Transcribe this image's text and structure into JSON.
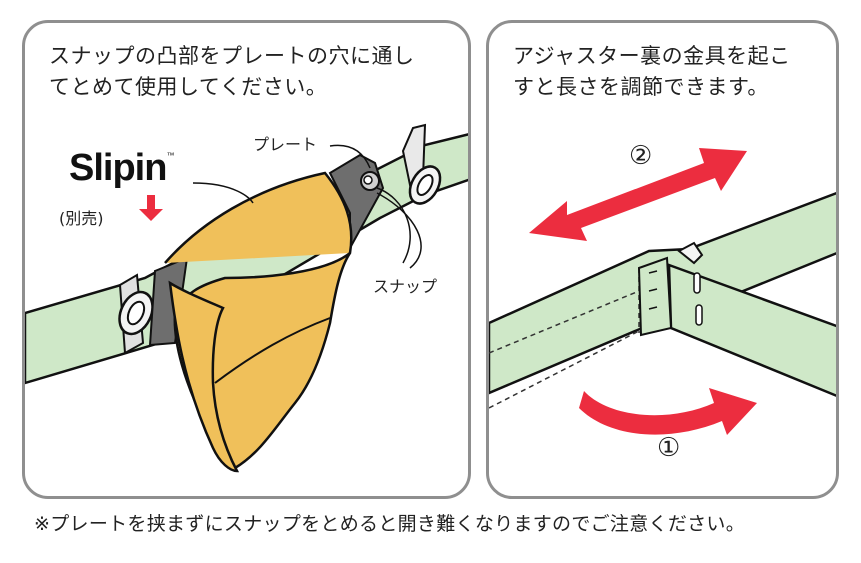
{
  "left_panel": {
    "caption_lines": [
      "スナップの凸部をプレートの穴に通し",
      "てとめて使用してください。"
    ],
    "label_plate": "プレート",
    "label_snap": "スナップ",
    "logo_text": "Slipin",
    "logo_tm": "™",
    "sold_separately": "(別売)"
  },
  "right_panel": {
    "caption_lines": [
      "アジャスター裏の金具を起こ",
      "すと長さを調節できます。"
    ],
    "step_2": "②",
    "step_1": "①"
  },
  "footnote": "※プレートを挟まずにスナップをとめると開き難くなりますのでご注意ください。",
  "colors": {
    "strap_green": "#cfe8c8",
    "cover_yellow": "#f0c05a",
    "plate_gray": "#6e6e6e",
    "arrow_red": "#ec2d3f",
    "panel_border": "#8f8f8f"
  }
}
